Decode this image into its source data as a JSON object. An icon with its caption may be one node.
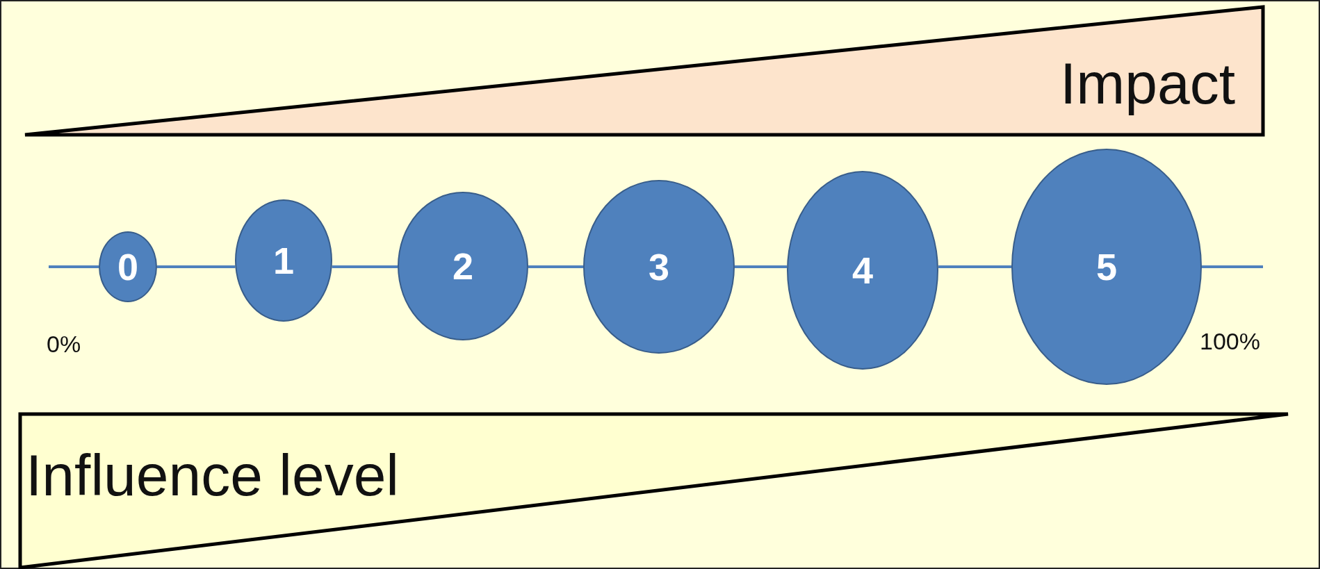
{
  "diagram": {
    "nodes": [
      {
        "text": [
          "Impact"
        ]
      },
      {
        "text": [
          "0"
        ]
      },
      {
        "text": [
          "1"
        ]
      },
      {
        "text": [
          "2"
        ]
      },
      {
        "text": [
          "3"
        ]
      },
      {
        "text": [
          "4"
        ]
      },
      {
        "text": [
          "5"
        ]
      },
      {
        "text": [
          "Influence level"
        ]
      }
    ],
    "edges": [
      {
        "from": null,
        "to": 1,
        "arrow": "none"
      },
      {
        "from": 1,
        "to": 2,
        "arrow": "none"
      },
      {
        "from": 2,
        "to": 3,
        "arrow": "none"
      },
      {
        "from": 3,
        "to": 4,
        "arrow": "none"
      },
      {
        "from": 4,
        "to": 5,
        "arrow": "none"
      },
      {
        "from": 5,
        "to": 6,
        "arrow": "none"
      },
      {
        "from": 6,
        "to": null,
        "arrow": "none"
      }
    ],
    "labels": [
      "0%",
      "100%"
    ]
  }
}
